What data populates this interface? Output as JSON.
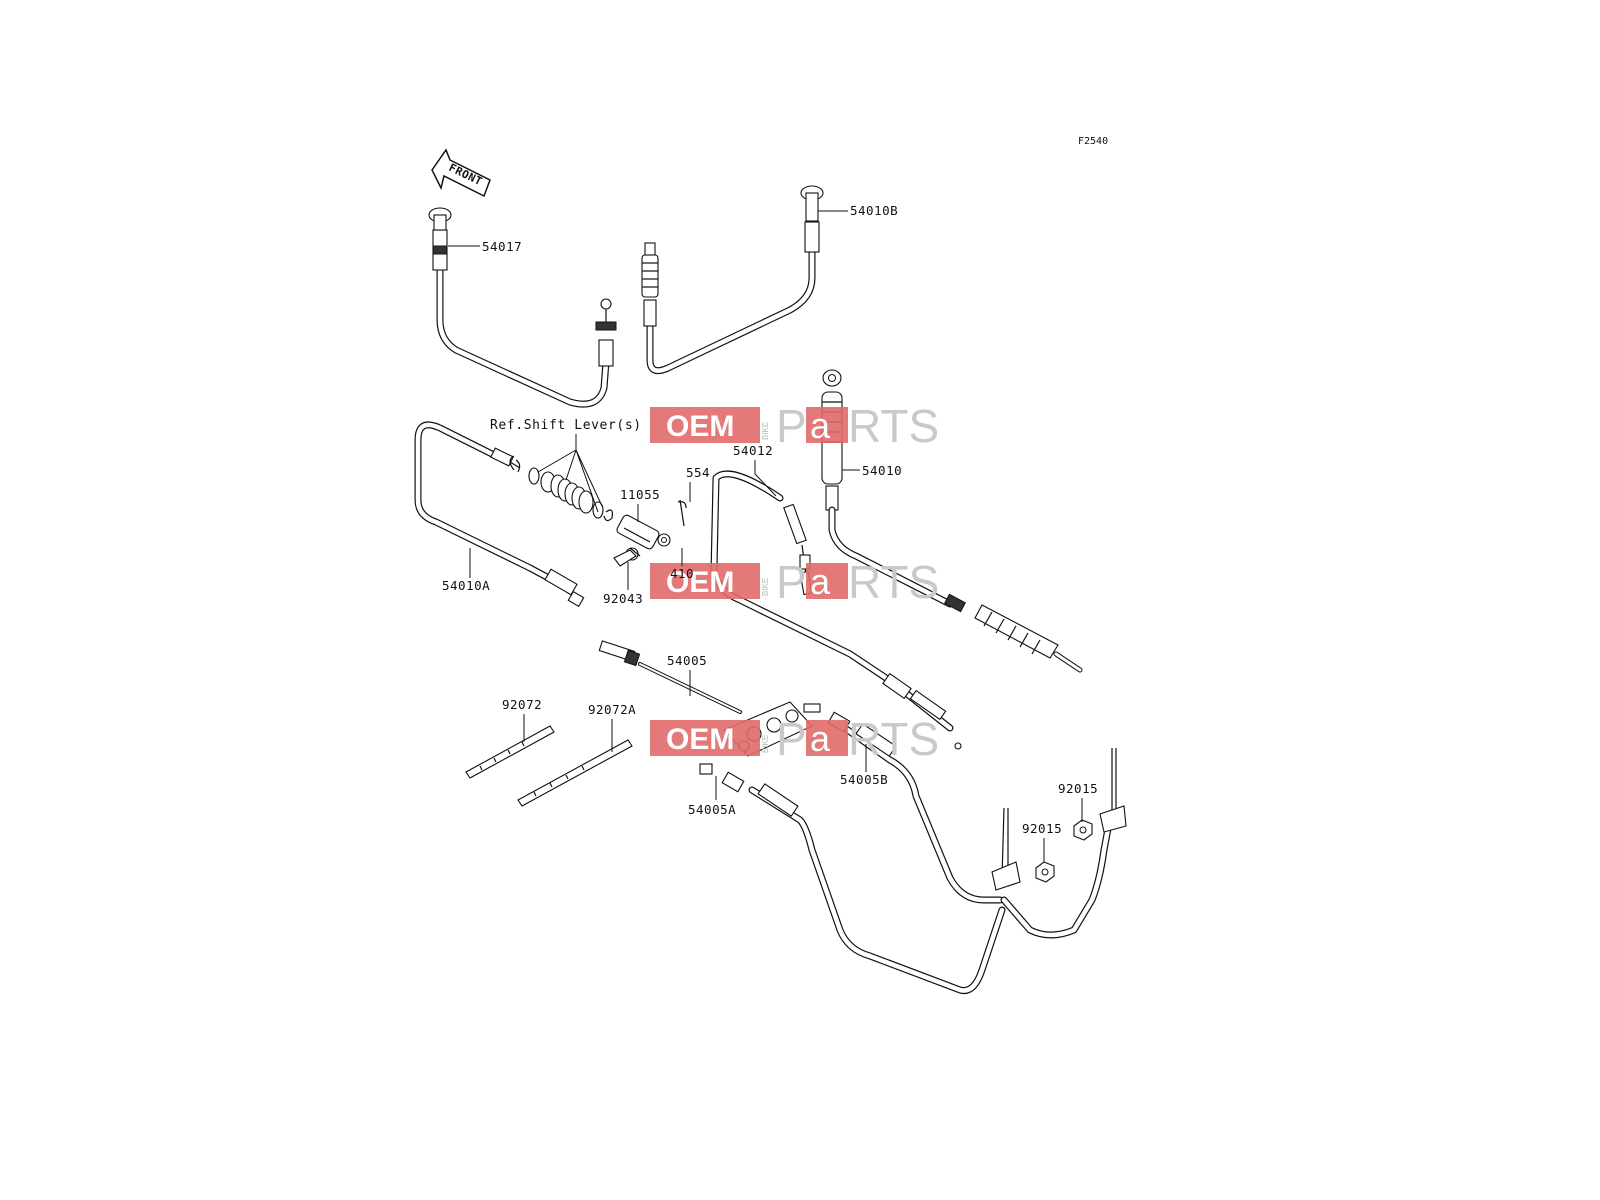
{
  "figure_code": "F2540",
  "front_arrow_text": "FRONT",
  "reference_note": "Ref.Shift Lever(s)",
  "watermark": {
    "oem": "OEM",
    "bike": "BIKE",
    "p": "P",
    "a": "a",
    "rts": "RTS",
    "accent_color": "#e06a6a"
  },
  "callouts": [
    {
      "id": "54017",
      "text": "54017"
    },
    {
      "id": "54010B",
      "text": "54010B"
    },
    {
      "id": "54012",
      "text": "54012"
    },
    {
      "id": "54010",
      "text": "54010"
    },
    {
      "id": "554",
      "text": "554"
    },
    {
      "id": "11055",
      "text": "11055"
    },
    {
      "id": "410",
      "text": "410"
    },
    {
      "id": "92043",
      "text": "92043"
    },
    {
      "id": "54010A",
      "text": "54010A"
    },
    {
      "id": "54005",
      "text": "54005"
    },
    {
      "id": "92072",
      "text": "92072"
    },
    {
      "id": "92072A",
      "text": "92072A"
    },
    {
      "id": "54005B",
      "text": "54005B"
    },
    {
      "id": "54005A",
      "text": "54005A"
    },
    {
      "id": "92015_a",
      "text": "92015"
    },
    {
      "id": "92015_b",
      "text": "92015"
    }
  ]
}
